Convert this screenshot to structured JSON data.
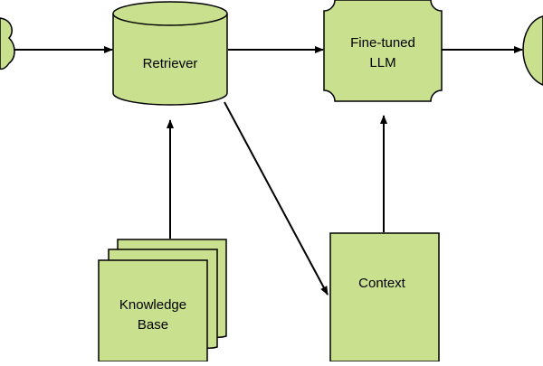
{
  "colors": {
    "node_fill": "#c9e08e",
    "node_stroke": "#000000",
    "edge": "#000000"
  },
  "nodes": {
    "retriever": {
      "label": "Retriever",
      "shape": "cylinder"
    },
    "llm": {
      "label_line1": "Fine-tuned",
      "label_line2": "LLM",
      "shape": "plaque"
    },
    "context": {
      "label": "Context",
      "shape": "document"
    },
    "knowledge_base": {
      "label_line1": "Knowledge",
      "label_line2": "Base",
      "shape": "multi-document"
    },
    "input": {
      "label": "",
      "shape": "partial-left"
    },
    "output": {
      "label": "",
      "shape": "partial-right"
    }
  },
  "edges": [
    {
      "from": "input",
      "to": "retriever"
    },
    {
      "from": "retriever",
      "to": "llm"
    },
    {
      "from": "llm",
      "to": "output"
    },
    {
      "from": "knowledge_base",
      "to": "retriever"
    },
    {
      "from": "retriever",
      "to": "context"
    },
    {
      "from": "context",
      "to": "llm"
    }
  ]
}
